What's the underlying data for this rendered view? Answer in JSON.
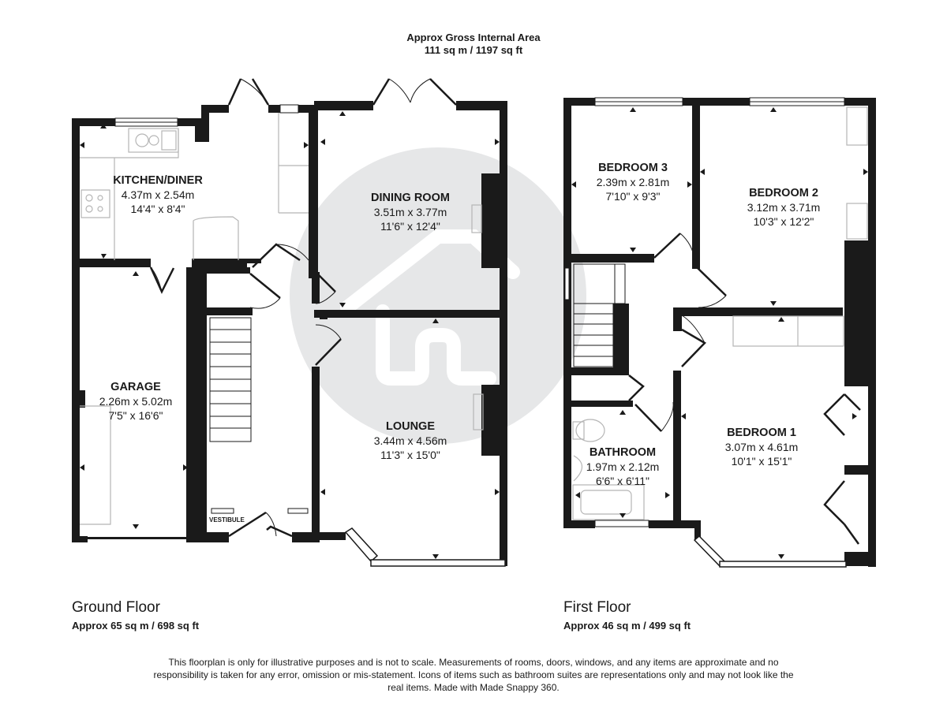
{
  "header": {
    "title": "Approx Gross Internal Area",
    "total_area": "111 sq m / 1197 sq ft"
  },
  "ground_floor": {
    "title": "Ground Floor",
    "area": "Approx 65 sq m / 698 sq ft",
    "rooms": {
      "kitchen": {
        "name": "KITCHEN/DINER",
        "metric": "4.37m x 2.54m",
        "imperial": "14'4\" x 8'4\""
      },
      "dining": {
        "name": "DINING ROOM",
        "metric": "3.51m x 3.77m",
        "imperial": "11'6\" x 12'4\""
      },
      "garage": {
        "name": "GARAGE",
        "metric": "2.26m x 5.02m",
        "imperial": "7'5\" x 16'6\""
      },
      "lounge": {
        "name": "LOUNGE",
        "metric": "3.44m x 4.56m",
        "imperial": "11'3\" x 15'0\""
      },
      "vestibule": {
        "name": "VESTIBULE"
      }
    }
  },
  "first_floor": {
    "title": "First Floor",
    "area": "Approx 46 sq m / 499 sq ft",
    "rooms": {
      "bedroom3": {
        "name": "BEDROOM 3",
        "metric": "2.39m x 2.81m",
        "imperial": "7'10\" x 9'3\""
      },
      "bedroom2": {
        "name": "BEDROOM 2",
        "metric": "3.12m x 3.71m",
        "imperial": "10'3\" x 12'2\""
      },
      "bathroom": {
        "name": "BATHROOM",
        "metric": "1.97m x 2.12m",
        "imperial": "6'6\" x 6'11\""
      },
      "bedroom1": {
        "name": "BEDROOM 1",
        "metric": "3.07m x 4.61m",
        "imperial": "10'1\" x 15'1\""
      }
    }
  },
  "disclaimer": "This floorplan is only for illustrative purposes and is not to scale. Measurements of rooms, doors, windows, and any items are approximate and no responsibility is taken for any error, omission or mis-statement. Icons of items such as bathroom suites are representations only and may not look like the real items. Made with Made Snappy 360.",
  "colors": {
    "wall": "#1a1a1a",
    "watermark": "#e6e7e8",
    "fixture": "#b5b5b5",
    "text": "#1a1a1a"
  }
}
